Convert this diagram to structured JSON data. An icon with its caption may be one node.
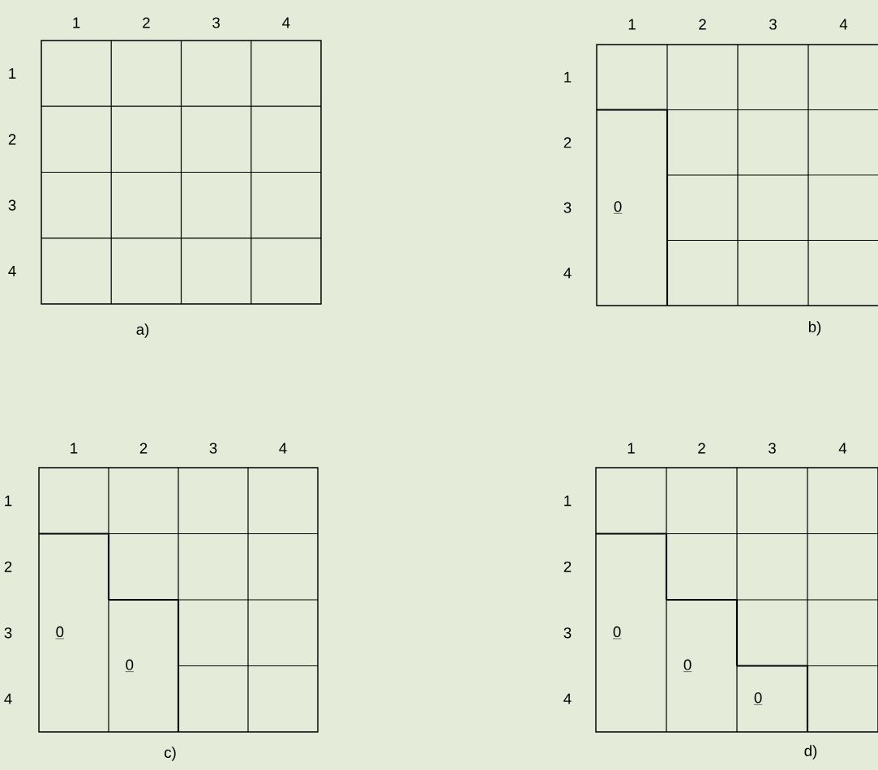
{
  "diagram": {
    "labels": [
      "1",
      "2",
      "3",
      "4",
      "1",
      "2",
      "3",
      "4",
      "a)",
      "1",
      "2",
      "3",
      "4",
      "1",
      "2",
      "3",
      "4",
      "0",
      "b)",
      "1",
      "2",
      "3",
      "4",
      "1",
      "2",
      "3",
      "4",
      "0",
      "0",
      "c)",
      "1",
      "2",
      "3",
      "4",
      "1",
      "2",
      "3",
      "4",
      "0",
      "0",
      "0",
      "d)"
    ]
  }
}
